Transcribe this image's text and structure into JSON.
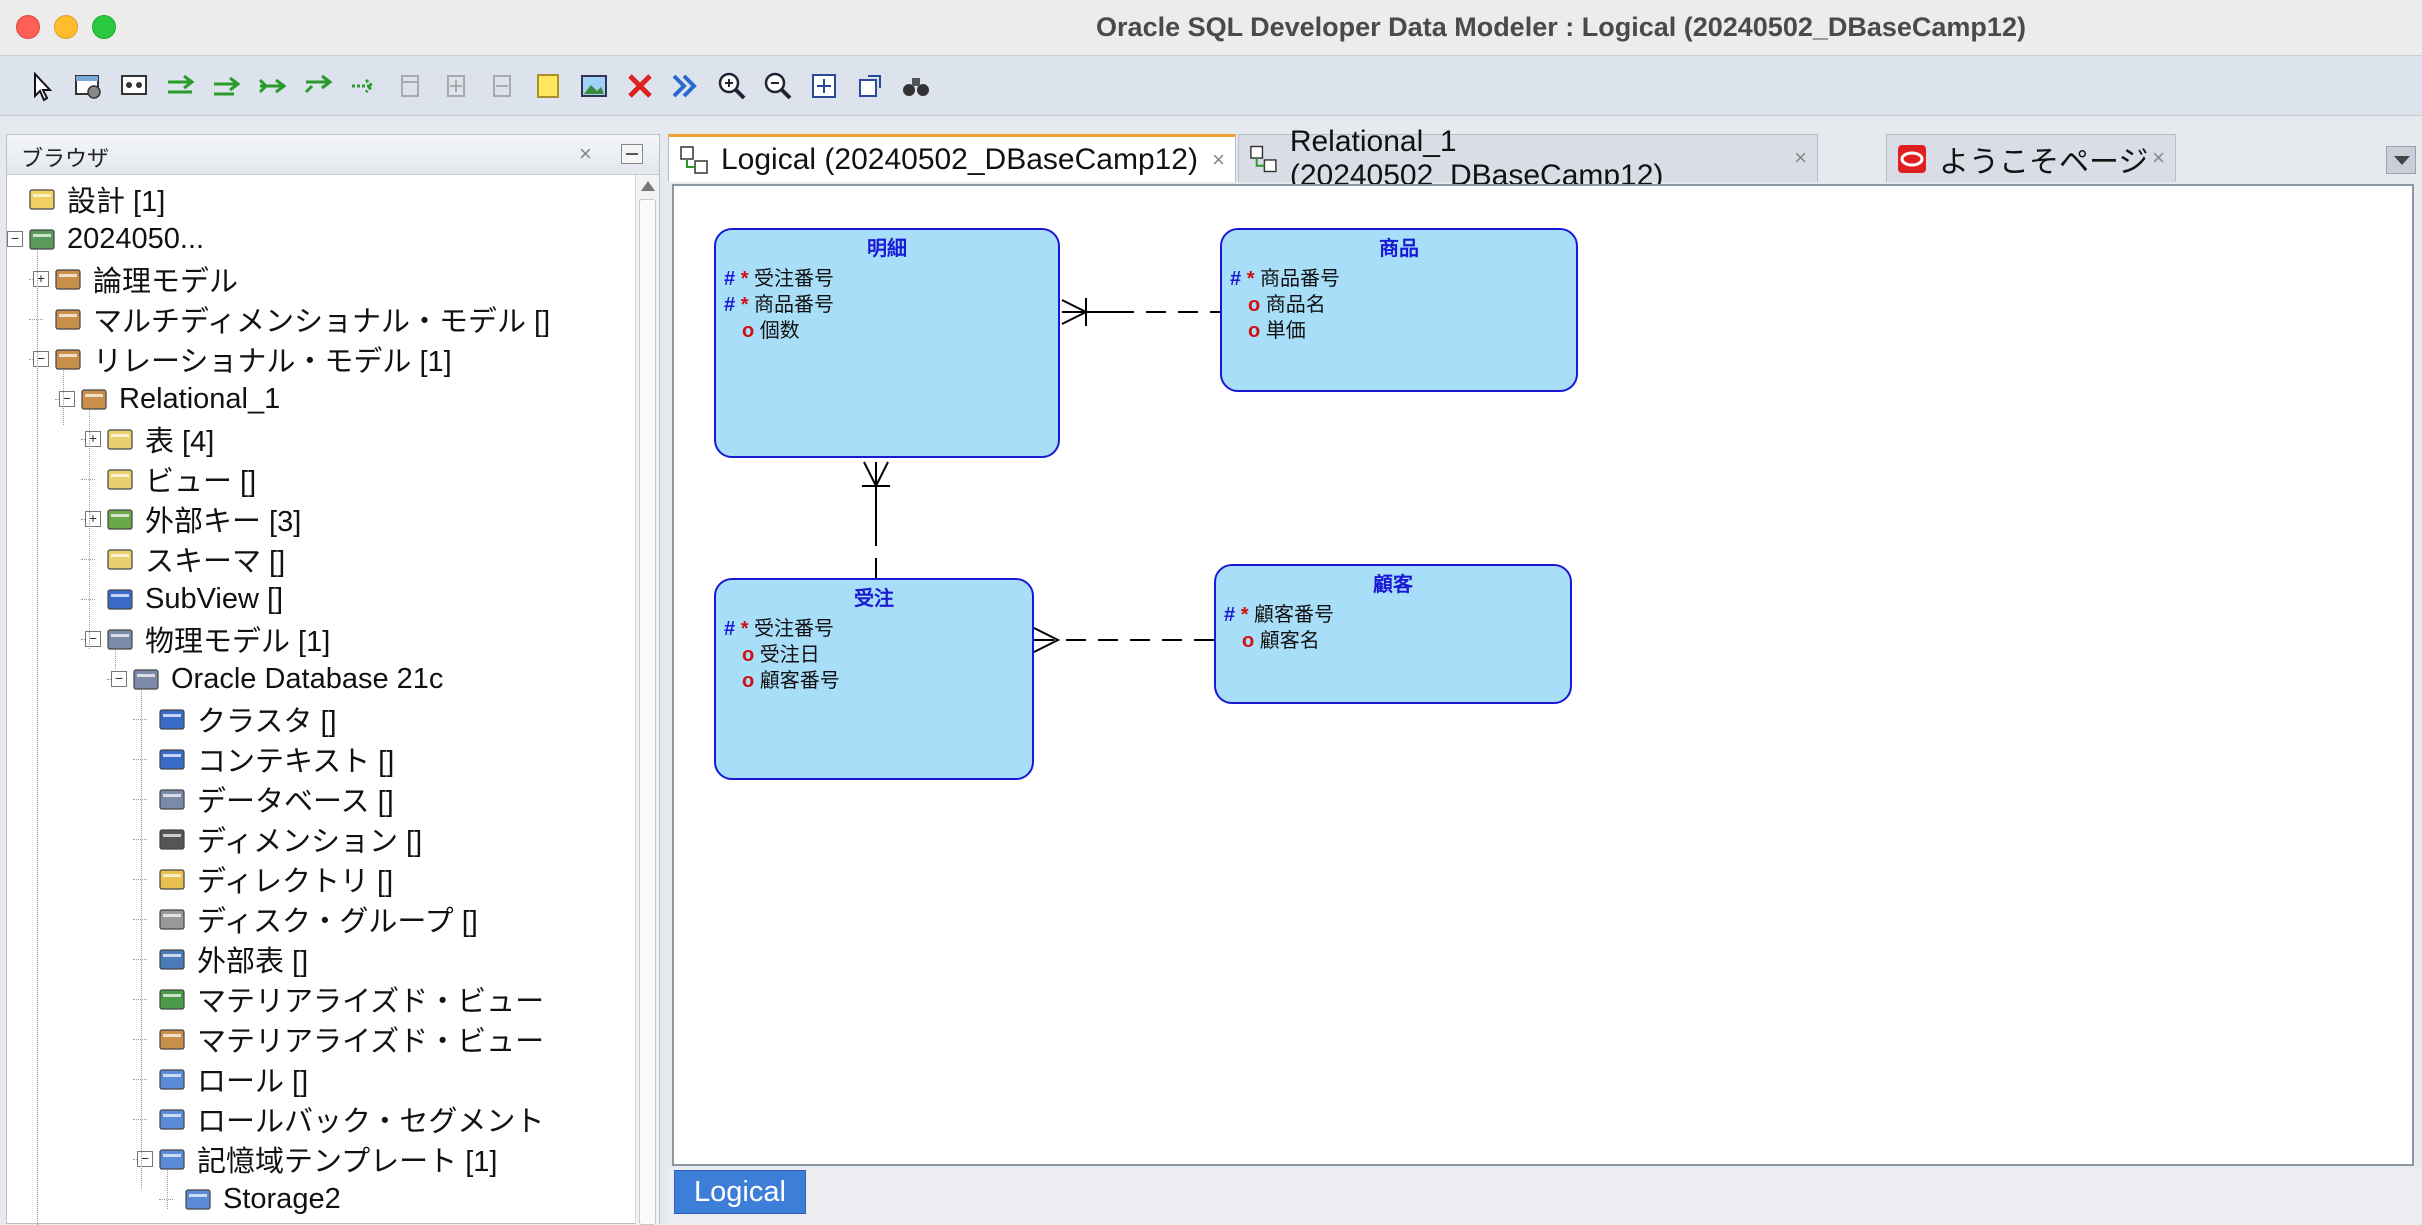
{
  "window": {
    "title": "Oracle SQL Developer Data Modeler : Logical (20240502_DBaseCamp12)"
  },
  "toolbar": {
    "buttons": [
      "select-icon",
      "new-entity-icon",
      "new-view-icon",
      "new-relation-1n-icon",
      "new-relation-11-icon",
      "new-relation-mn-icon",
      "new-relation-arc-icon",
      "new-inheritance-icon",
      "new-type-icon",
      "split-icon",
      "merge-icon",
      "note-icon",
      "picture-icon",
      "delete-icon",
      "engineer-icon",
      "zoom-in-icon",
      "zoom-out-icon",
      "fit-screen-icon",
      "default-size-icon",
      "find-icon"
    ]
  },
  "browser": {
    "title": "ブラウザ",
    "tree": [
      {
        "label": "設計 [1]",
        "icon": "folder-open-icon",
        "level": 0
      },
      {
        "label": "2024050...",
        "icon": "design-icon",
        "level": 0,
        "expander": "minus"
      },
      {
        "label": "論理モデル",
        "icon": "logical-model-icon",
        "level": 1,
        "expander": "plus"
      },
      {
        "label": "マルチディメンショナル・モデル []",
        "icon": "multidimensional-model-icon",
        "level": 1
      },
      {
        "label": "リレーショナル・モデル [1]",
        "icon": "relational-models-icon",
        "level": 1,
        "expander": "minus"
      },
      {
        "label": "Relational_1",
        "icon": "relational-model-icon",
        "level": 2,
        "expander": "minus"
      },
      {
        "label": "表 [4]",
        "icon": "tables-folder-icon",
        "level": 3,
        "expander": "plus"
      },
      {
        "label": "ビュー []",
        "icon": "views-folder-icon",
        "level": 3
      },
      {
        "label": "外部キー [3]",
        "icon": "foreign-keys-icon",
        "level": 3,
        "expander": "plus"
      },
      {
        "label": "スキーマ []",
        "icon": "schemas-folder-icon",
        "level": 3
      },
      {
        "label": "SubView []",
        "icon": "subview-icon",
        "level": 3
      },
      {
        "label": "物理モデル [1]",
        "icon": "physical-models-icon",
        "level": 3,
        "expander": "minus"
      },
      {
        "label": "Oracle Database 21c",
        "icon": "oracle-database-icon",
        "level": 4,
        "expander": "minus"
      },
      {
        "label": "クラスタ []",
        "icon": "cluster-icon",
        "level": 5
      },
      {
        "label": "コンテキスト []",
        "icon": "context-icon",
        "level": 5
      },
      {
        "label": "データベース []",
        "icon": "database-icon",
        "level": 5
      },
      {
        "label": "ディメンション []",
        "icon": "dimension-icon",
        "level": 5
      },
      {
        "label": "ディレクトリ []",
        "icon": "directory-icon",
        "level": 5
      },
      {
        "label": "ディスク・グループ []",
        "icon": "disk-group-icon",
        "level": 5
      },
      {
        "label": "外部表 []",
        "icon": "external-table-icon",
        "level": 5
      },
      {
        "label": "マテリアライズド・ビュー",
        "icon": "materialized-view-icon",
        "level": 5
      },
      {
        "label": "マテリアライズド・ビュー",
        "icon": "materialized-view-log-icon",
        "level": 5
      },
      {
        "label": "ロール []",
        "icon": "role-icon",
        "level": 5
      },
      {
        "label": "ロールバック・セグメント",
        "icon": "rollback-segment-icon",
        "level": 5
      },
      {
        "label": "記憶域テンプレート [1]",
        "icon": "storage-template-icon",
        "level": 5,
        "expander": "minus"
      },
      {
        "label": "Storage2",
        "icon": "storage-icon",
        "level": 6
      }
    ]
  },
  "tabs": [
    {
      "label": "Logical (20240502_DBaseCamp12)",
      "active": true
    },
    {
      "label": "Relational_1 (20240502_DBaseCamp12)",
      "active": false
    },
    {
      "label": "ようこそページ",
      "active": false
    }
  ],
  "entities": {
    "meisai": {
      "name": "明細",
      "attrs": [
        {
          "mark": "# *",
          "text": "受注番号"
        },
        {
          "mark": "# *",
          "text": "商品番号"
        },
        {
          "mark": "o",
          "text": "個数"
        }
      ]
    },
    "shohin": {
      "name": "商品",
      "attrs": [
        {
          "mark": "# *",
          "text": "商品番号"
        },
        {
          "mark": "o",
          "text": "商品名"
        },
        {
          "mark": "o",
          "text": "単価"
        }
      ]
    },
    "juchu": {
      "name": "受注",
      "attrs": [
        {
          "mark": "# *",
          "text": "受注番号"
        },
        {
          "mark": "o",
          "text": "受注日"
        },
        {
          "mark": "o",
          "text": "顧客番号"
        }
      ]
    },
    "kokyaku": {
      "name": "顧客",
      "attrs": [
        {
          "mark": "# *",
          "text": "顧客番号"
        },
        {
          "mark": "o",
          "text": "顧客名"
        }
      ]
    }
  },
  "bottom_tab": {
    "label": "Logical"
  },
  "colors": {
    "entity_fill": "#a9def9",
    "entity_border": "#1a1ad6",
    "active_tab_accent": "#f0a030",
    "bottom_tab": "#3d7fd8"
  }
}
